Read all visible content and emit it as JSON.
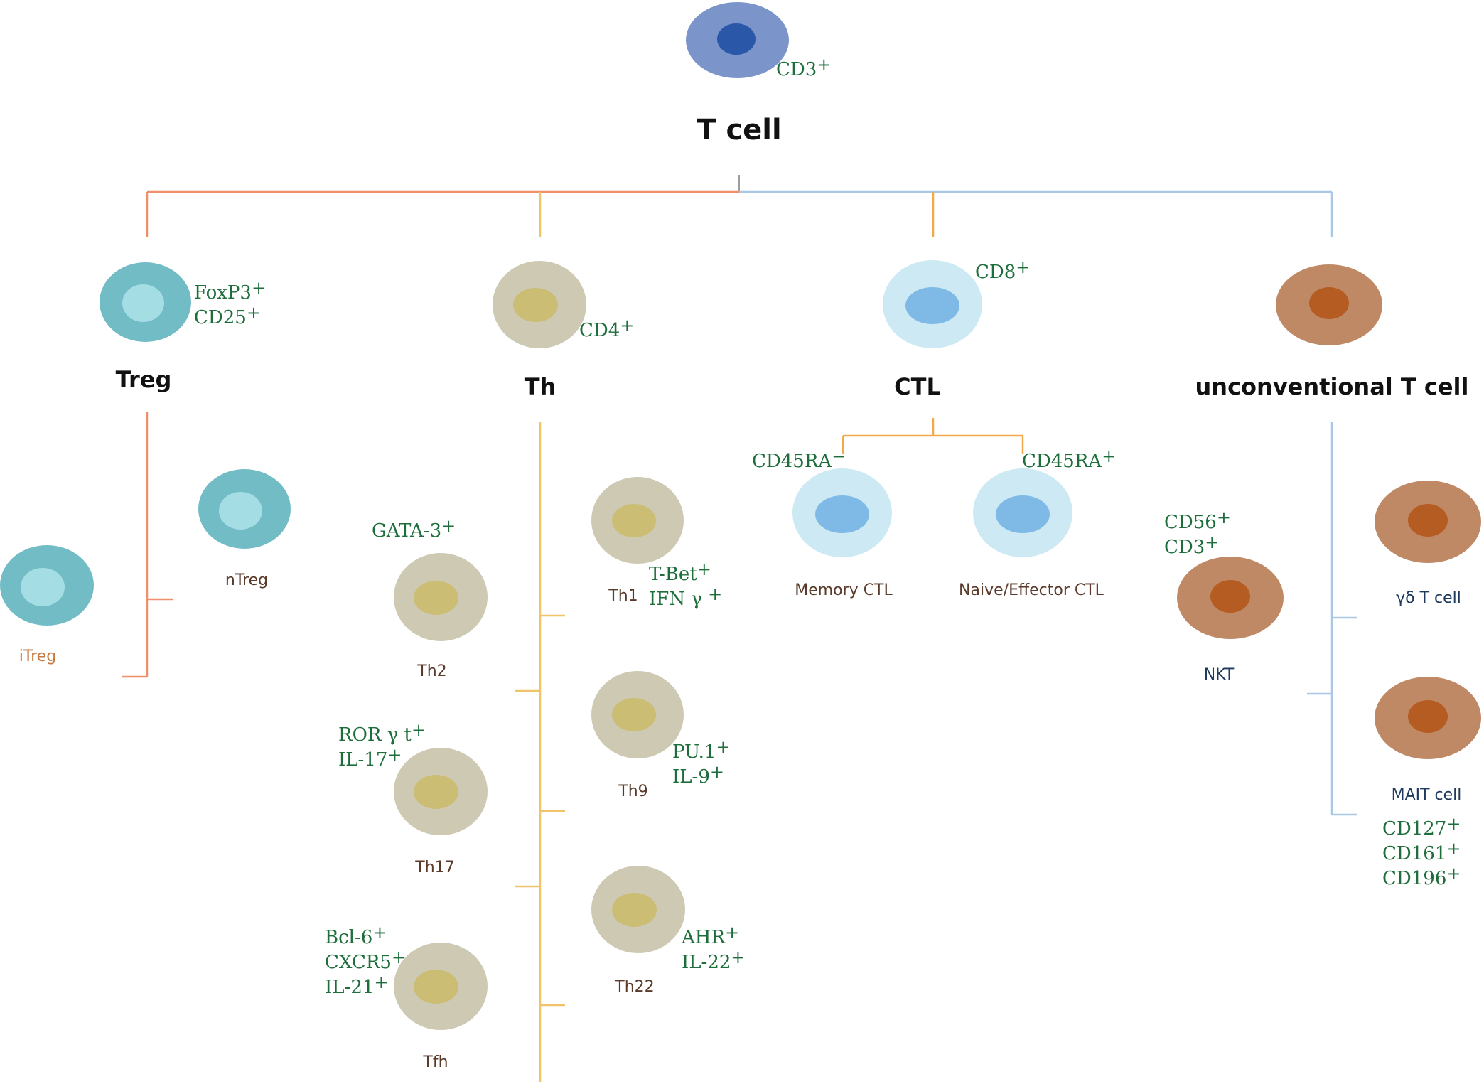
{
  "colors": {
    "marker_text": "#1e6e3c",
    "line_treg": "#f0906b",
    "line_th": "#f2c46a",
    "line_ctl": "#f2a94a",
    "line_unconv": "#a9c8e6",
    "line_root": "#9aa0a0"
  },
  "root": {
    "title": "T cell",
    "markers": [
      {
        "text": "CD3",
        "sup": "+"
      }
    ]
  },
  "branches": {
    "treg": {
      "title": "Treg",
      "markers": [
        {
          "text": "FoxP3",
          "sup": "+"
        },
        {
          "text": "CD25",
          "sup": "+"
        }
      ],
      "children": {
        "ntreg": {
          "name": "nTreg"
        },
        "itreg": {
          "name": "iTreg"
        }
      }
    },
    "th": {
      "title": "Th",
      "markers": [
        {
          "text": "CD4",
          "sup": "+"
        }
      ],
      "children": {
        "th2": {
          "name": "Th2",
          "markers": [
            {
              "text": "GATA-3",
              "sup": "+"
            }
          ]
        },
        "th1": {
          "name": "Th1",
          "markers": [
            {
              "text": "T-Bet",
              "sup": "+"
            },
            {
              "text": "IFN γ ",
              "sup": "+"
            }
          ]
        },
        "th17": {
          "name": "Th17",
          "markers": [
            {
              "text": "ROR γ t",
              "sup": "+"
            },
            {
              "text": "IL-17",
              "sup": "+"
            }
          ]
        },
        "th9": {
          "name": "Th9",
          "markers": [
            {
              "text": "PU.1",
              "sup": "+"
            },
            {
              "text": "IL-9",
              "sup": "+"
            }
          ]
        },
        "tfh": {
          "name": "Tfh",
          "markers": [
            {
              "text": "Bcl-6",
              "sup": "+"
            },
            {
              "text": "CXCR5",
              "sup": "+"
            },
            {
              "text": "IL-21",
              "sup": "+"
            }
          ]
        },
        "th22": {
          "name": "Th22",
          "markers": [
            {
              "text": "AHR",
              "sup": "+"
            },
            {
              "text": "IL-22",
              "sup": "+"
            }
          ]
        }
      }
    },
    "ctl": {
      "title": "CTL",
      "markers": [
        {
          "text": "CD8",
          "sup": "+"
        }
      ],
      "children": {
        "memory": {
          "name": "Memory CTL",
          "markers": [
            {
              "text": "CD45RA",
              "sup": "−"
            }
          ]
        },
        "naive": {
          "name": "Naive/Effector CTL",
          "markers": [
            {
              "text": "CD45RA",
              "sup": "+"
            }
          ]
        }
      }
    },
    "unconventional": {
      "title": "unconventional T cell",
      "children": {
        "gd": {
          "name": "γδ T cell"
        },
        "nkt": {
          "name": "NKT",
          "markers": [
            {
              "text": "CD56",
              "sup": "+"
            },
            {
              "text": "CD3",
              "sup": "+"
            }
          ]
        },
        "mait": {
          "name": "MAIT cell",
          "markers": [
            {
              "text": "CD127",
              "sup": "+"
            },
            {
              "text": "CD161",
              "sup": "+"
            },
            {
              "text": "CD196",
              "sup": "+"
            }
          ]
        }
      }
    }
  }
}
